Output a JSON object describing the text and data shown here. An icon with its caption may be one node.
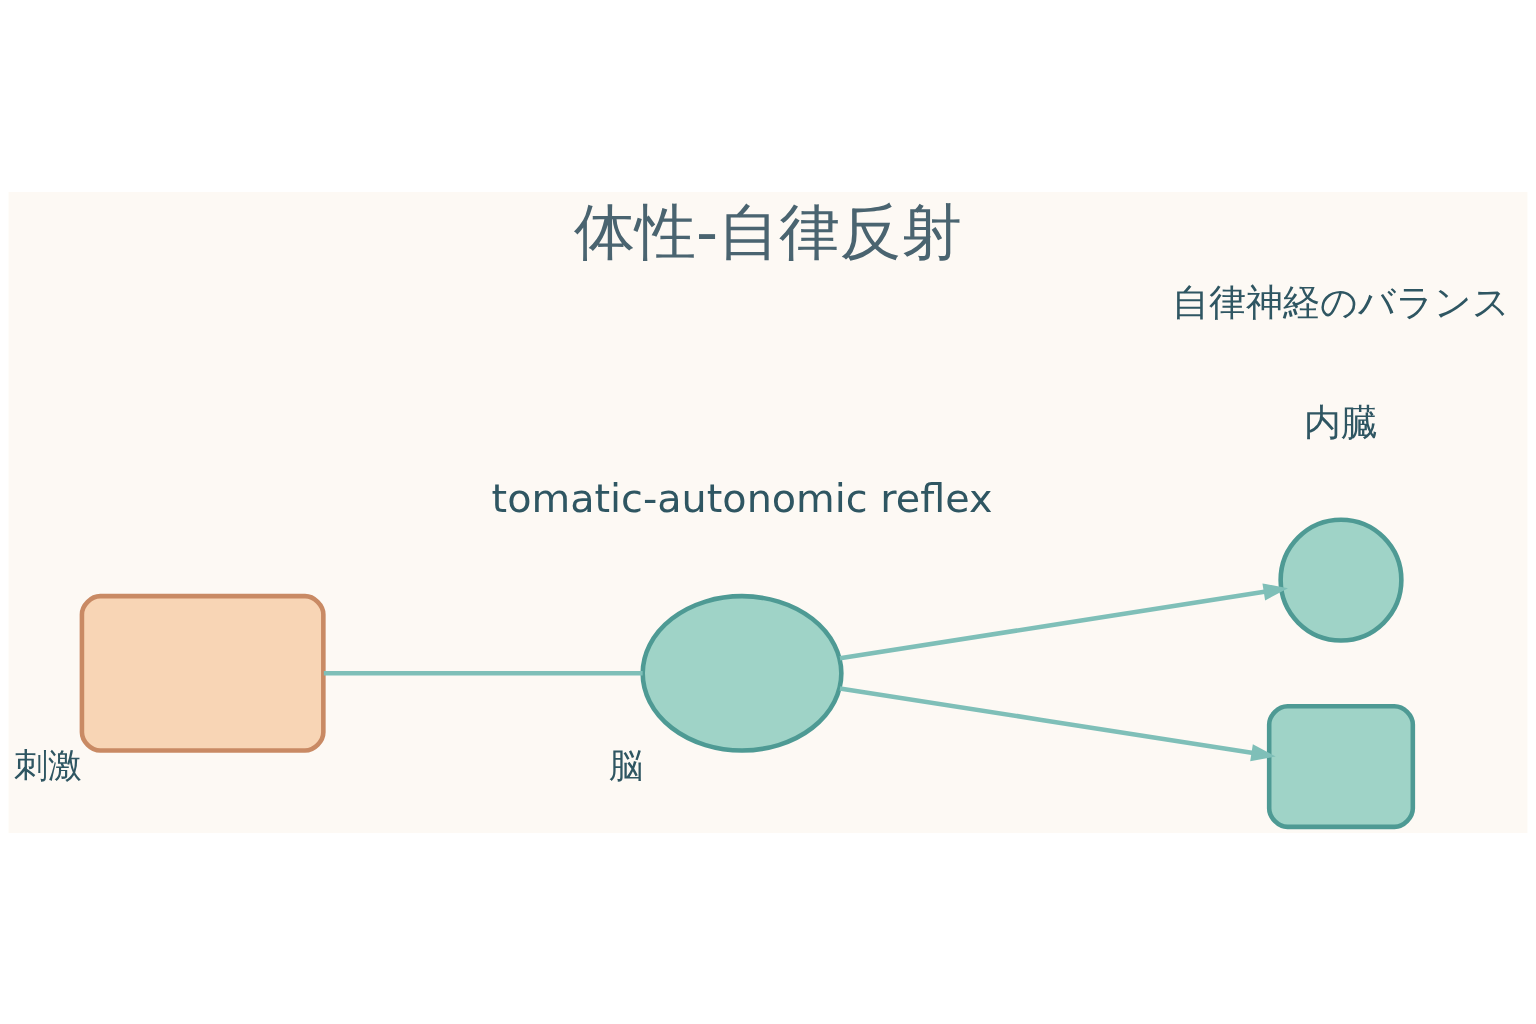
{
  "diagram": {
    "title": "体性-自律反射",
    "nodes": [
      {
        "text": [],
        "shape": "box",
        "beside": [
          "刺激"
        ]
      },
      {
        "text": [],
        "shape": "cloud",
        "beside": [
          "脳"
        ]
      },
      {
        "text": [],
        "shape": "circle"
      },
      {
        "text": [],
        "shape": "box"
      }
    ],
    "edges": [
      {
        "from": 0,
        "to": 1,
        "arrow": "none"
      },
      {
        "from": 1,
        "to": 2,
        "arrow": "to"
      },
      {
        "from": 1,
        "to": 3,
        "arrow": "to"
      }
    ],
    "labels": [
      "tomatic-autonomic reflex",
      "内臓",
      "自律神経のバランス"
    ]
  }
}
